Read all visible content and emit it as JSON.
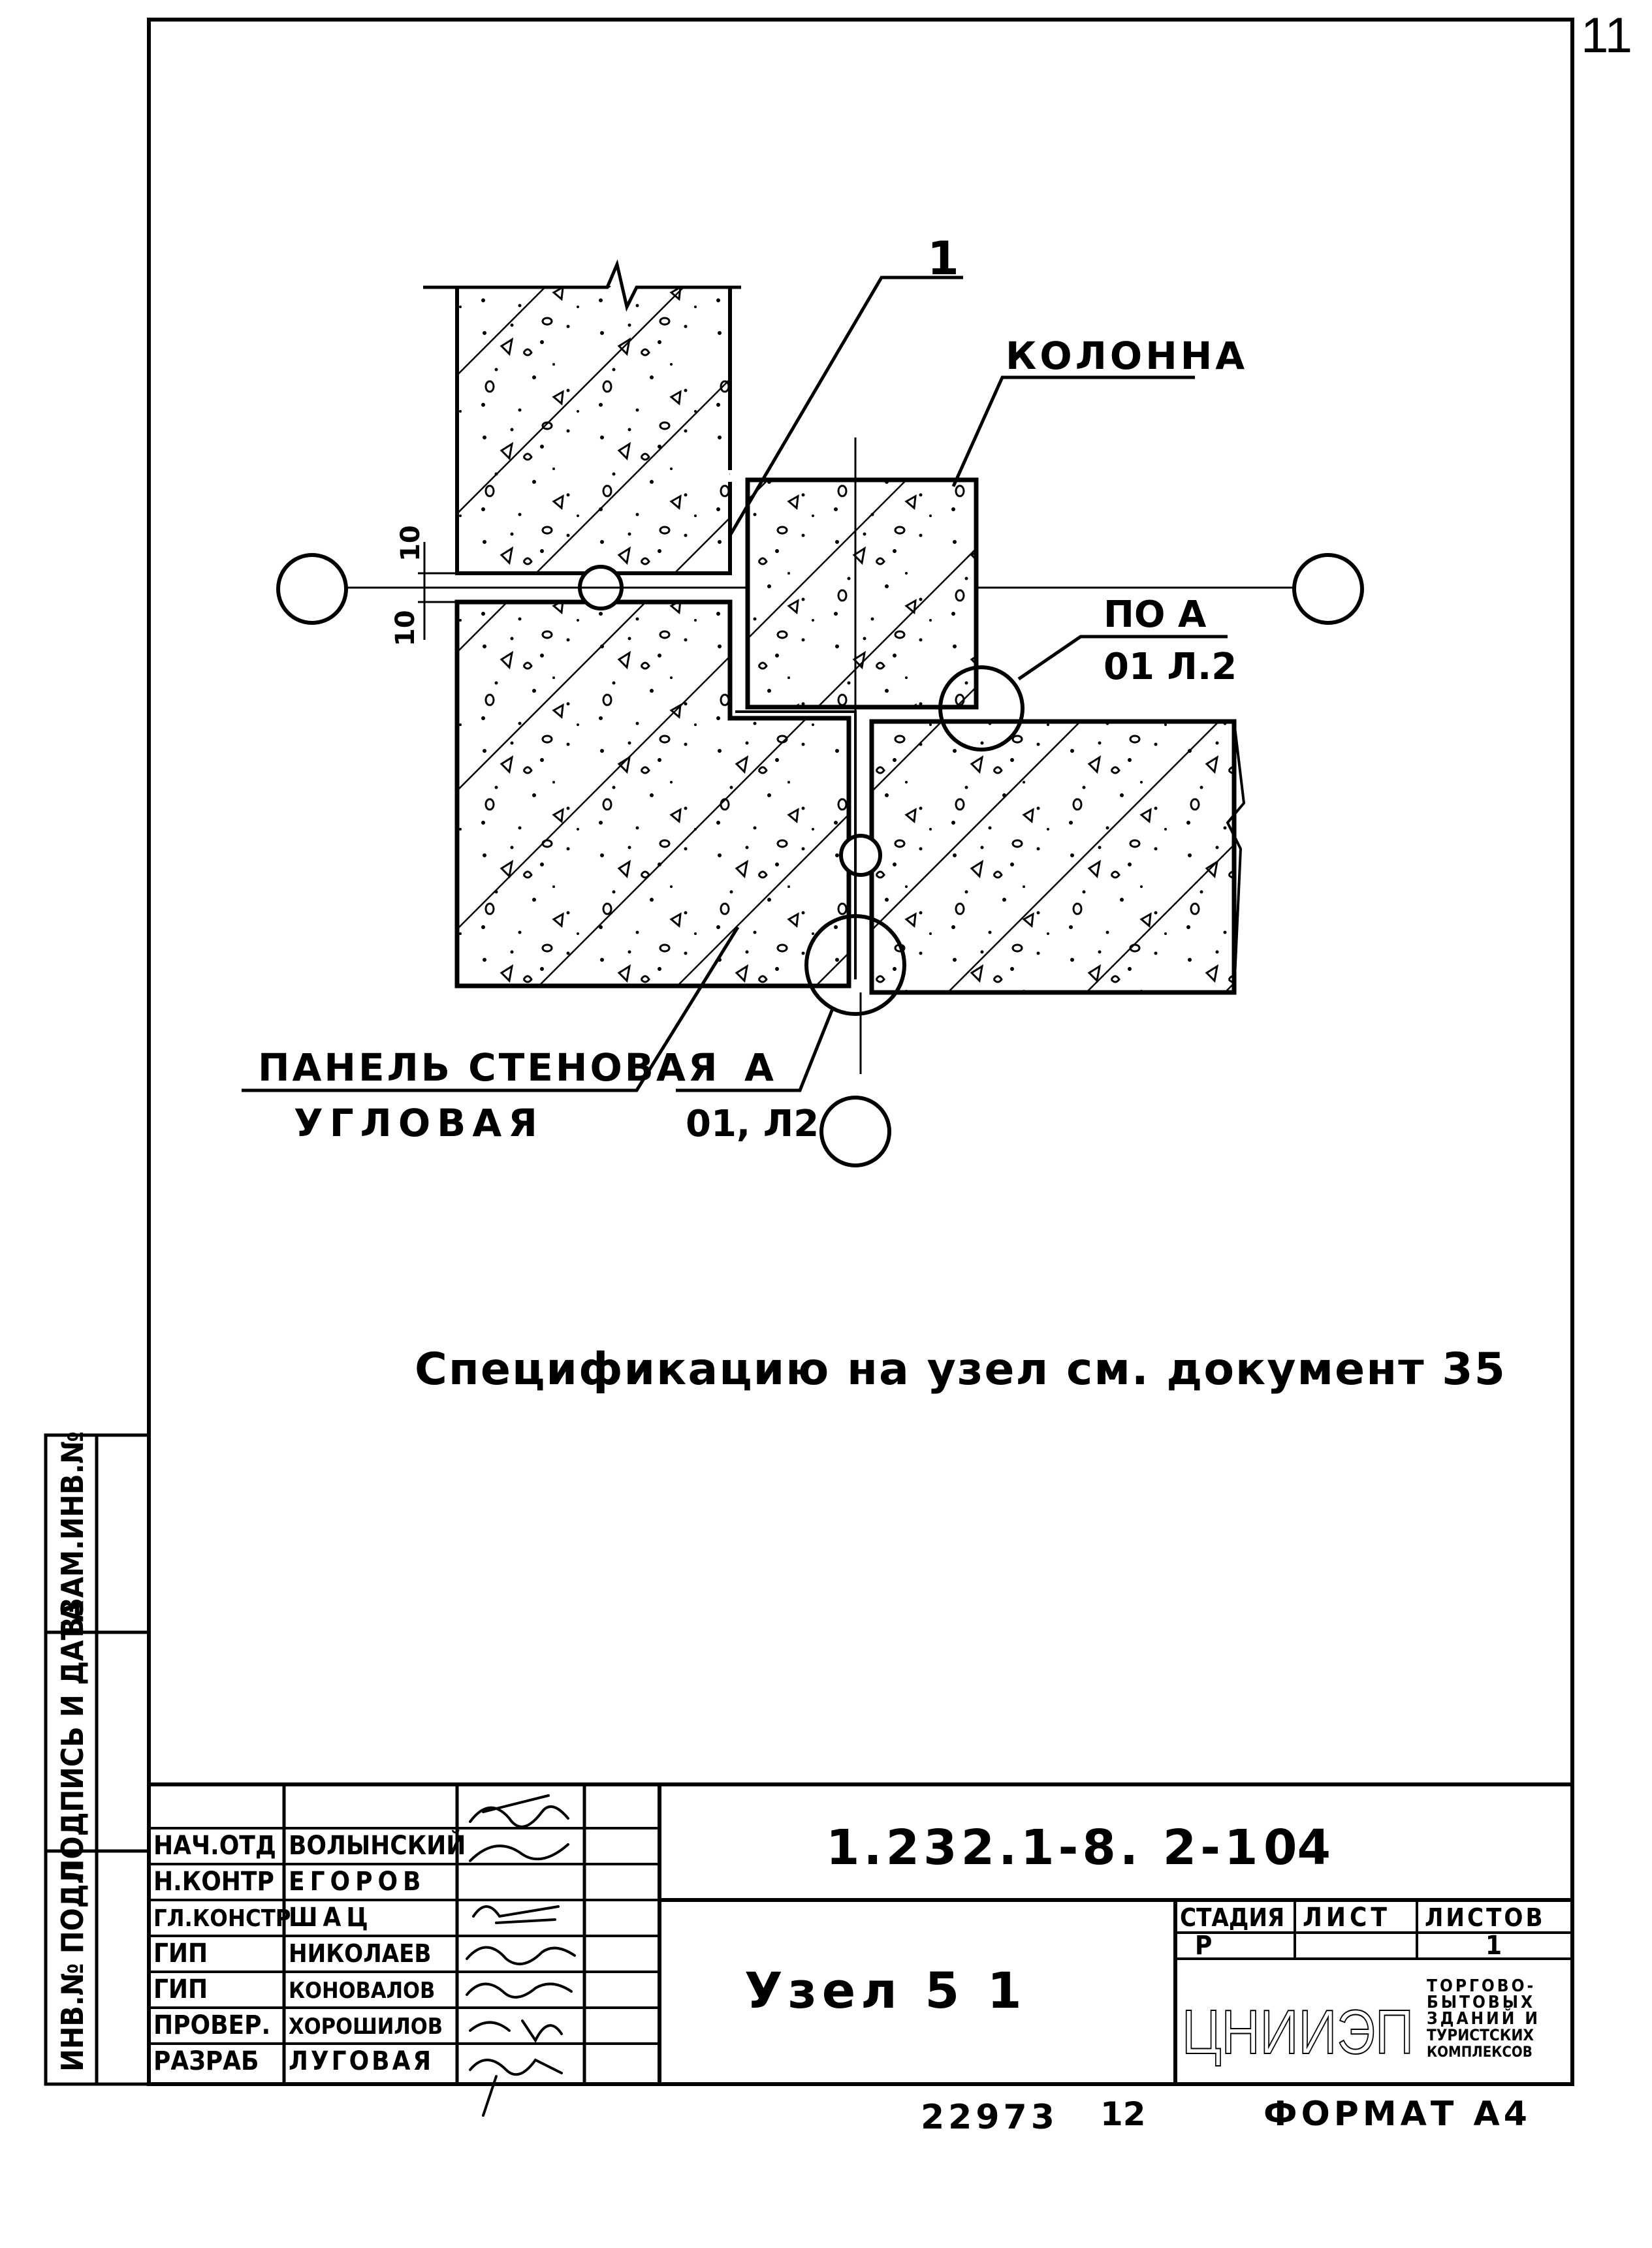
{
  "page_number": "11",
  "drawing": {
    "labels": {
      "leader_1": "1",
      "column": "КОЛОННА",
      "node_ref_top": "ПО А",
      "node_ref_top_sheet": "01 Л.2",
      "panel_line1": "ПАНЕЛЬ СТЕНОВАЯ",
      "panel_line2": "УГЛОВАЯ",
      "node_a": "А",
      "node_a_sheet": "01, Л2",
      "dim_10_upper": "10",
      "dim_10_lower": "10"
    },
    "note": "Спецификацию на узел см. документ 35"
  },
  "side_stamp": {
    "inv_podl": "ИНВ.№ ПОДЛ",
    "podpis_data": "ПОДПИСЬ И ДАТА",
    "vzam_inv": "ВЗАМ.ИНВ.№"
  },
  "title_block": {
    "designation": "1.232.1-8. 2-1",
    "doc_number": "04",
    "title": "Узел 5 1",
    "stage_header": "СТАДИЯ",
    "sheet_header": "ЛИСТ",
    "sheets_header": "ЛИСТОВ",
    "stage": "Р",
    "sheet": "",
    "sheets": "1",
    "org_logo": "ЦНИИЭП",
    "org_desc": [
      "ТОРГОВО-",
      "БЫТОВЫХ",
      "ЗДАНИЙ И",
      "ТУРИСТСКИХ",
      "КОМПЛЕКСОВ"
    ],
    "roles": [
      {
        "role": "НАЧ.ОТД",
        "name": "ВОЛЫНСКИЙ"
      },
      {
        "role": "Н.КОНТР",
        "name": "ЕГОРОВ"
      },
      {
        "role": "ГЛ.КОНСТР",
        "name": "ШАЦ"
      },
      {
        "role": "ГИП",
        "name": "НИКОЛАЕВ"
      },
      {
        "role": "ГИП",
        "name": "КОНОВАЛОВ"
      },
      {
        "role": "ПРОВЕР.",
        "name": "ХОРОШИЛОВ"
      },
      {
        "role": "РАЗРАБ",
        "name": "ЛУГОВАЯ"
      }
    ]
  },
  "footer": {
    "archive_no": "22973",
    "archive_sub": "12",
    "format": "ФОРМАТ А4"
  }
}
